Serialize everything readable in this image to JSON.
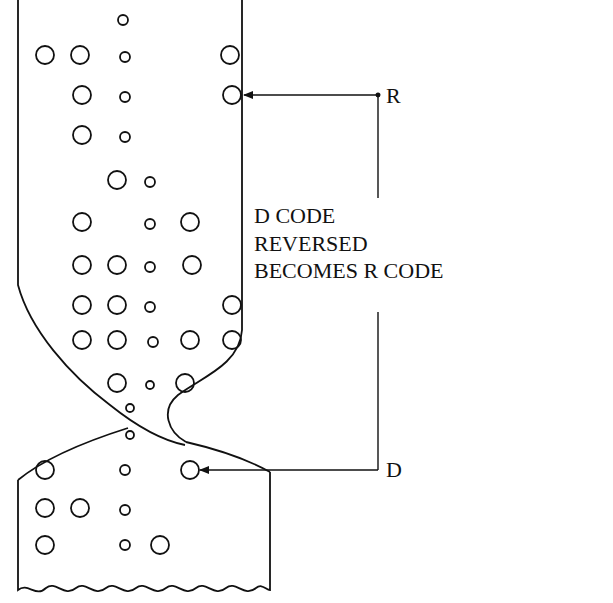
{
  "diagram": {
    "labels": [
      "R",
      "D CODE REVERSED BECOMES R CODE",
      "D"
    ]
  }
}
